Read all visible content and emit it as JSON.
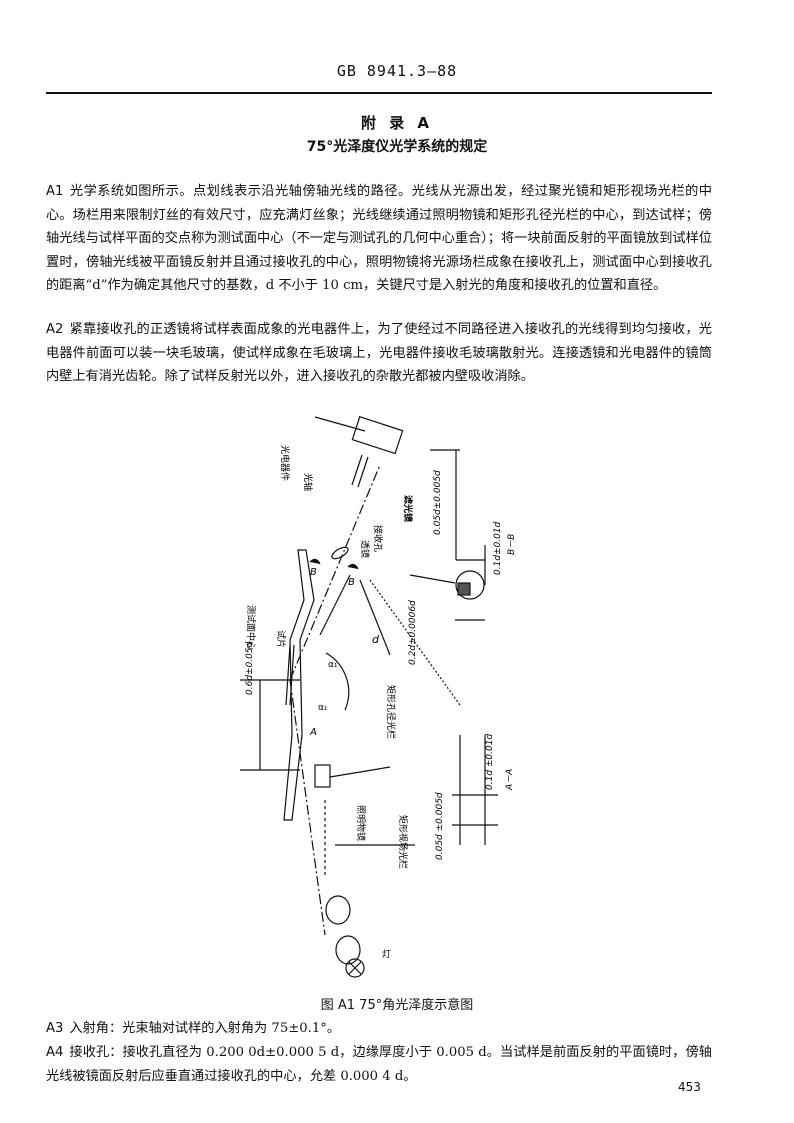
{
  "header": {
    "code": "GB 8941.3—88"
  },
  "appendix": {
    "title": "附 录 A",
    "subtitle": "75°光泽度仪光学系统的规定"
  },
  "paragraphs": [
    {
      "label": "A1",
      "text": "光学系统如图所示。点划线表示沿光轴傍轴光线的路径。光线从光源出发，经过聚光镜和矩形视场光栏的中心。场栏用来限制灯丝的有效尺寸，应充满灯丝象；光线继续通过照明物镜和矩形孔径光栏的中心，到达试样；傍轴光线与试样平面的交点称为测试面中心（不一定与测试孔的几何中心重合）；将一块前面反射的平面镜放到试样位置时，傍轴光线被平面镜反射并且通过接收孔的中心，照明物镜将光源场栏成象在接收孔上，测试面中心到接收孔的距离“d”作为确定其他尺寸的基数，d 不小于 10 cm，关键尺寸是入射光的角度和接收孔的位置和直径。"
    },
    {
      "label": "A2",
      "text": "紧靠接收孔的正透镜将试样表面成象的光电器件上，为了使经过不同路径进入接收孔的光线得到均匀接收，光电器件前面可以装一块毛玻璃，使试样成象在毛玻璃上，光电器件接收毛玻璃散射光。连接透镜和光电器件的镜筒内壁上有消光齿轮。除了试样反射光以外，进入接收孔的杂散光都被内壁吸收消除。"
    },
    {
      "label": "A3",
      "text": "入射角：光束轴对试样的入射角为 75±0.1°。"
    },
    {
      "label": "A4",
      "text": "接收孔：接收孔直径为 0.200 0d±0.000 5 d，边缘厚度小于 0.005 d。当试样是前面反射的平面镜时，傍轴光线被镜面反射后应垂直通过接收孔的中心，允差 0.000 4 d。"
    }
  ],
  "figure": {
    "caption": "图 A1   75°角光泽度示意图",
    "labels": {
      "photo": "光电器件",
      "axis": "光轴",
      "filter": "滤光镜",
      "lens": "透镜",
      "recv": "接收孔",
      "center": "测试面中心",
      "sample": "试片",
      "aperture": "矩形孔径光栏",
      "objective": "照明物镜",
      "fieldstop": "矩形视场光栏",
      "lamp": "灯",
      "d": "d",
      "B1": "B",
      "B2": "B",
      "A": "A",
      "a1": "α₁",
      "a2": "α₁",
      "bb": "B－B",
      "aa": "A－A",
      "dim1": "0.05d±0.005d",
      "dim2": "0.1d±0.01d",
      "dim3": "0.2d±0.0006d",
      "dim4": "0.6d±0.05d",
      "dim5": "0.1d ±0.01d",
      "dim6": "0.05d ±0.005d"
    }
  },
  "page": {
    "number": "453"
  }
}
